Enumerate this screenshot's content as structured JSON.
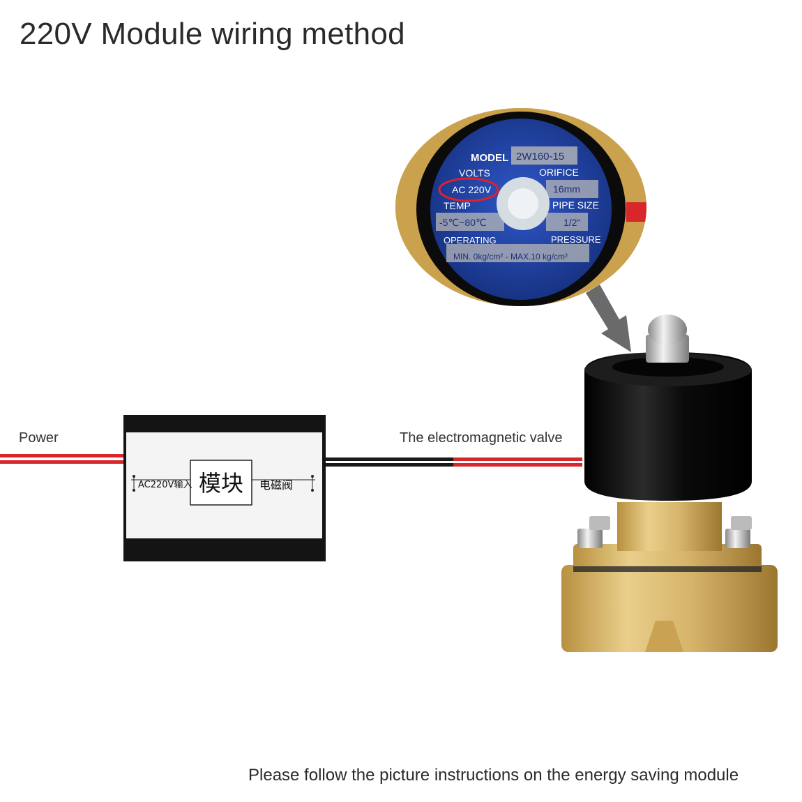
{
  "title": "220V Module wiring method",
  "labels": {
    "power": "Power",
    "valve": "The electromagnetic valve"
  },
  "module": {
    "center_text": "模块",
    "input_text": "AC220V输入",
    "output_text": "电磁阀"
  },
  "nameplate": {
    "model_label": "MODEL",
    "model_value": "2W160-15",
    "volts_label": "VOLTS",
    "volts_value": "AC 220V",
    "orifice_label": "ORIFICE",
    "orifice_value": "16mm",
    "temp_label": "TEMP",
    "temp_value": "-5℃~80℃",
    "pipe_label": "PIPE SIZE",
    "pipe_value": "1/2\"",
    "operating_label": "OPERATING",
    "pressure_label": "PRESSURE",
    "pressure_range": "MIN. 0kg/cm² - MAX.10 kg/cm²"
  },
  "footer": "Please follow the picture instructions on the energy saving module",
  "colors": {
    "wire_red": "#d8262b",
    "wire_black": "#1a1a1a",
    "brass": "#d6b46a",
    "valve_black": "#0d0d0d",
    "label_blue": "#1a3fa0",
    "highlight_red": "#e0202a"
  }
}
